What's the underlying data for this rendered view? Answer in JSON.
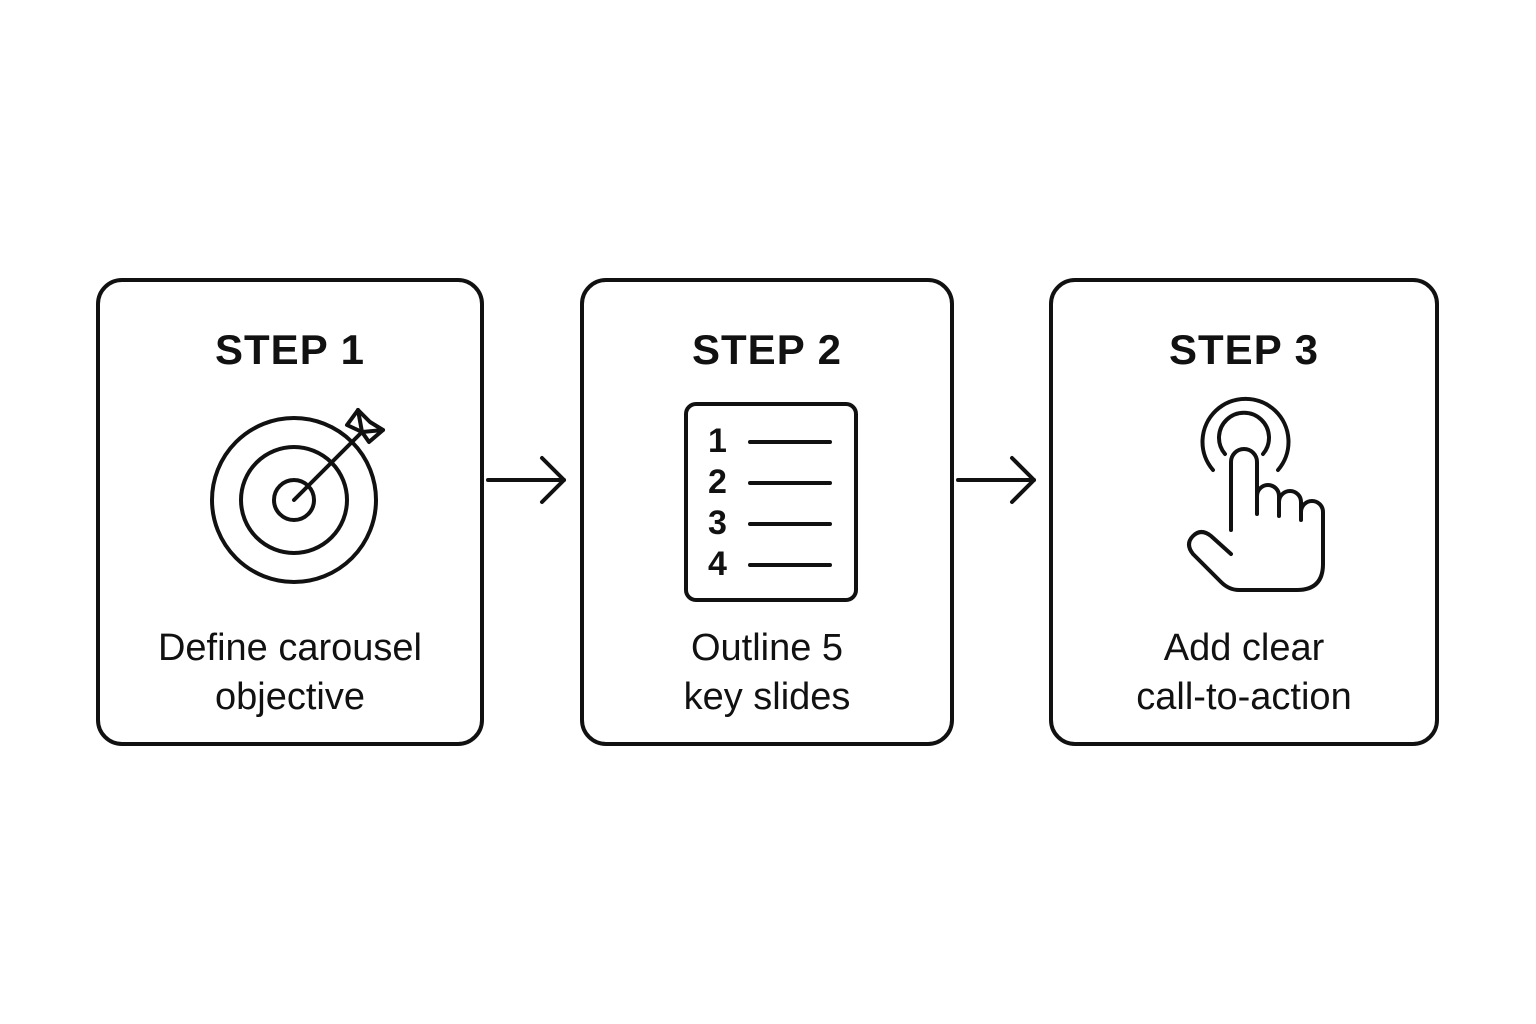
{
  "steps": [
    {
      "title": "STEP 1",
      "caption_lines": [
        "Define carousel",
        "objective"
      ],
      "icon": "target-icon"
    },
    {
      "title": "STEP 2",
      "caption_lines": [
        "Outline 5",
        "key slides"
      ],
      "icon": "numbered-list-icon",
      "list_numbers": [
        "1",
        "2",
        "3",
        "4"
      ]
    },
    {
      "title": "STEP 3",
      "caption_lines": [
        "Add clear",
        "call-to-action"
      ],
      "icon": "tap-hand-icon"
    }
  ],
  "connectors": [
    "arrow-right-icon",
    "arrow-right-icon"
  ],
  "colors": {
    "stroke": "#111111",
    "background": "#ffffff"
  }
}
